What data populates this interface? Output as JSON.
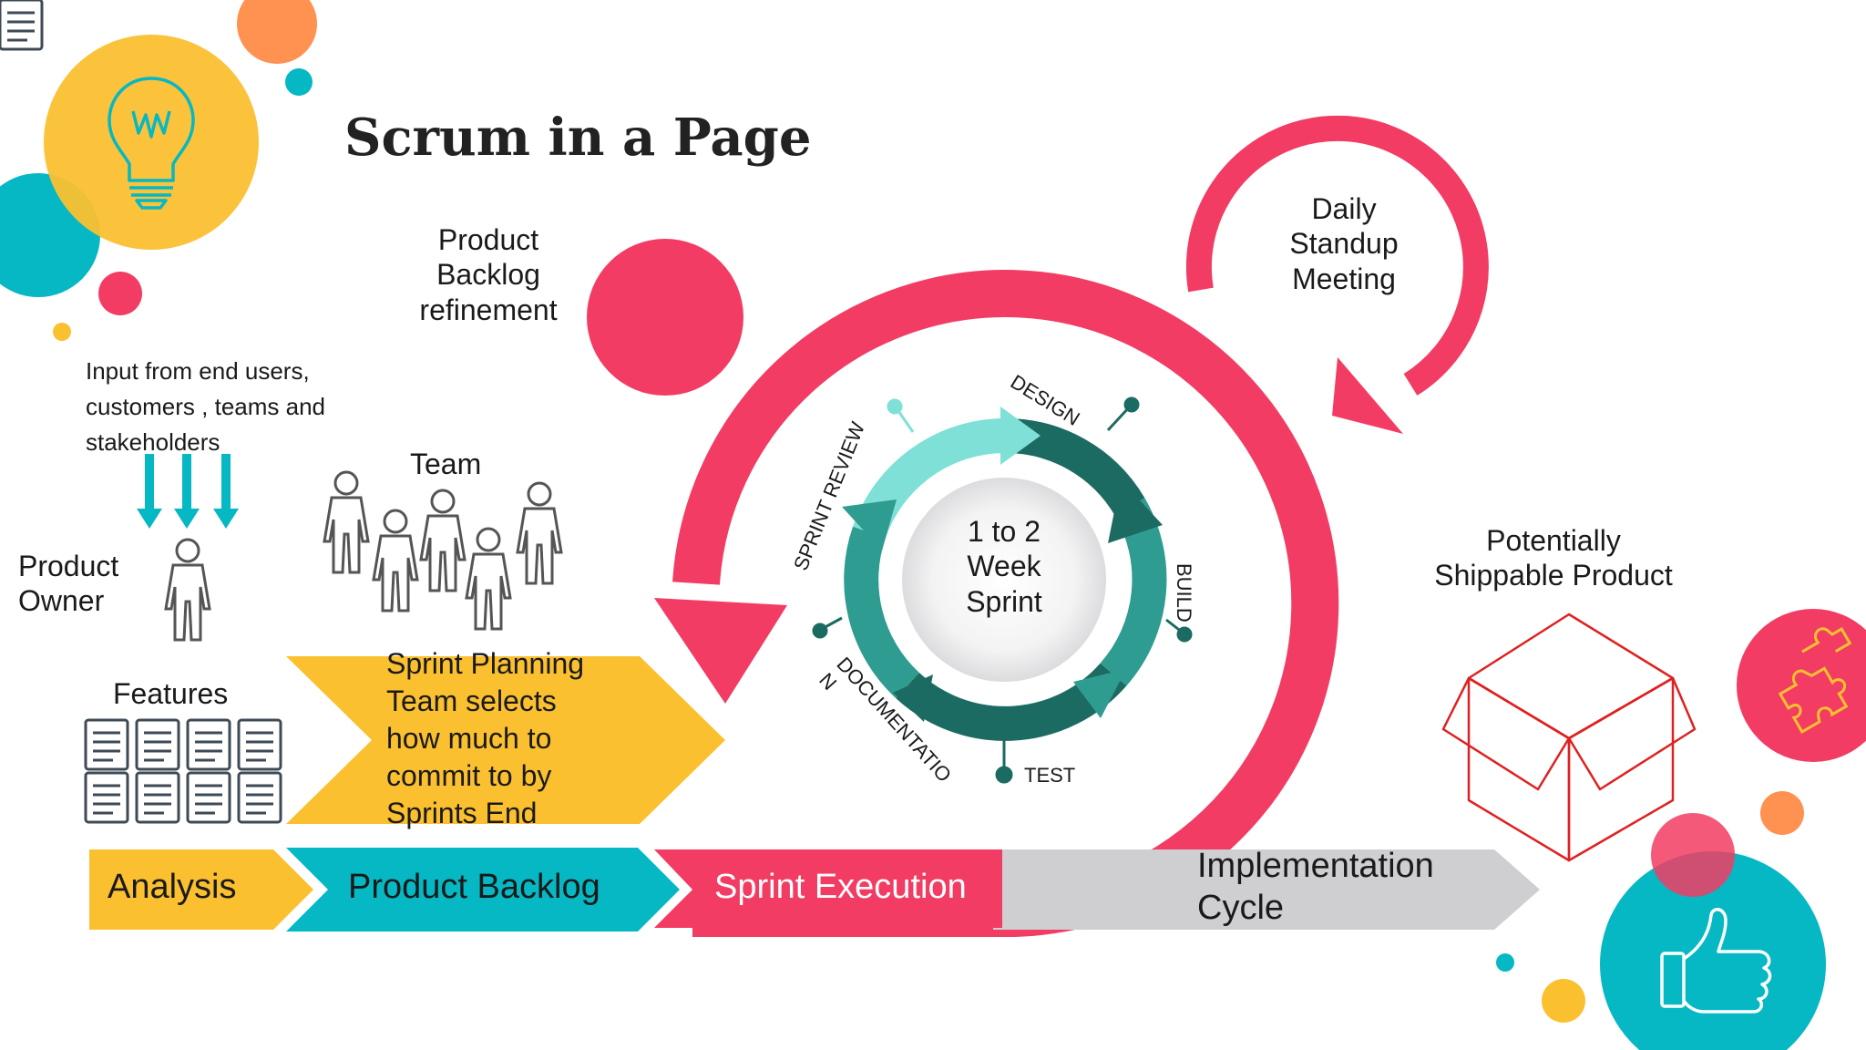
{
  "title": "Scrum in a Page",
  "colors": {
    "pink": "#f23c63",
    "teal": "#06b8c4",
    "yellow": "#fbc030",
    "orange": "#ff9151",
    "gray": "#cfcfd2",
    "dark_teal": "#1c6b62",
    "mid_teal": "#2e9c90",
    "light_teal": "#7fe0d7",
    "red_outline": "#e02020"
  },
  "labels": {
    "product_backlog_refinement": [
      "Product",
      "Backlog",
      "refinement"
    ],
    "daily_standup": [
      "Daily",
      "Standup",
      "Meeting"
    ],
    "input": [
      "Input from end users,",
      "customers , teams and",
      "stakeholders"
    ],
    "team": "Team",
    "product_owner": [
      "Product",
      "Owner"
    ],
    "features": "Features",
    "sprint_planning": [
      "Sprint Planning",
      "Team selects",
      "how much to",
      "commit to by",
      "Sprints End"
    ],
    "potentially_shippable": [
      "Potentially",
      "Shippable Product"
    ],
    "sprint_center": [
      "1 to 2",
      "Week",
      "Sprint"
    ]
  },
  "cycle": {
    "design": "DESIGN",
    "build": "BUILD",
    "test": "TEST",
    "documentation": "DOCUMENTATIO N",
    "sprint_review": "SPRINT REVIEW"
  },
  "flow": {
    "analysis": "Analysis",
    "product_backlog": "Product Backlog",
    "sprint_execution": "Sprint Execution",
    "implementation": [
      "Implementation",
      "Cycle"
    ]
  },
  "icons": {
    "bulb": "lightbulb-icon",
    "person": "person-icon",
    "document": "document-icon",
    "box": "open-box-icon",
    "puzzle": "puzzle-icon",
    "thumb": "thumbs-up-icon"
  }
}
